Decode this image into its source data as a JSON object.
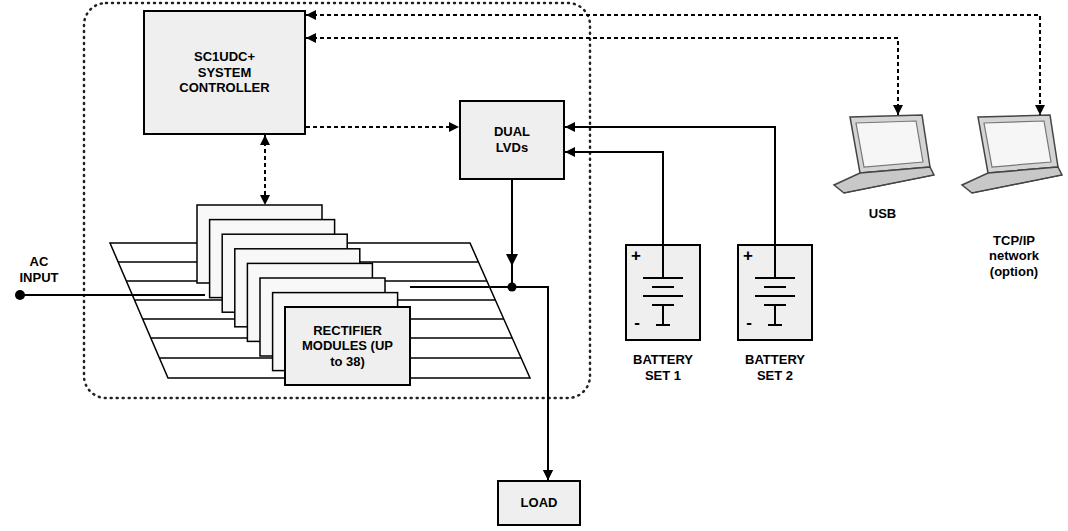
{
  "diagram": {
    "nodes": [
      {
        "text": [
          "SC1UDC+ SYSTEM CONTROLLER"
        ]
      },
      {
        "text": [
          "DUAL LVDs"
        ]
      },
      {
        "text": [
          "RECTIFIER MODULES (UP to 38)"
        ]
      },
      {
        "text": [
          "BATTERY SET 1"
        ]
      },
      {
        "text": [
          "BATTERY SET 2"
        ]
      },
      {
        "text": [
          "LOAD"
        ]
      },
      {
        "text": [
          "USB"
        ]
      },
      {
        "text": [
          "TCP/IP network (option)"
        ]
      }
    ],
    "edges": [
      {
        "from": 0,
        "to": 2,
        "arrow": "both"
      },
      {
        "from": 0,
        "to": 1,
        "arrow": "to"
      },
      {
        "from": 0,
        "to": 6,
        "arrow": "both"
      },
      {
        "from": 0,
        "to": 7,
        "arrow": "both"
      },
      {
        "from": 3,
        "to": 1,
        "arrow": "to"
      },
      {
        "from": 4,
        "to": 1,
        "arrow": "to"
      },
      {
        "from": 1,
        "to": 5,
        "arrow": "to"
      },
      {
        "from": 2,
        "to": 5,
        "arrow": "to"
      }
    ],
    "labels": [
      "AC INPUT",
      "+",
      "-",
      "+",
      "-"
    ]
  }
}
